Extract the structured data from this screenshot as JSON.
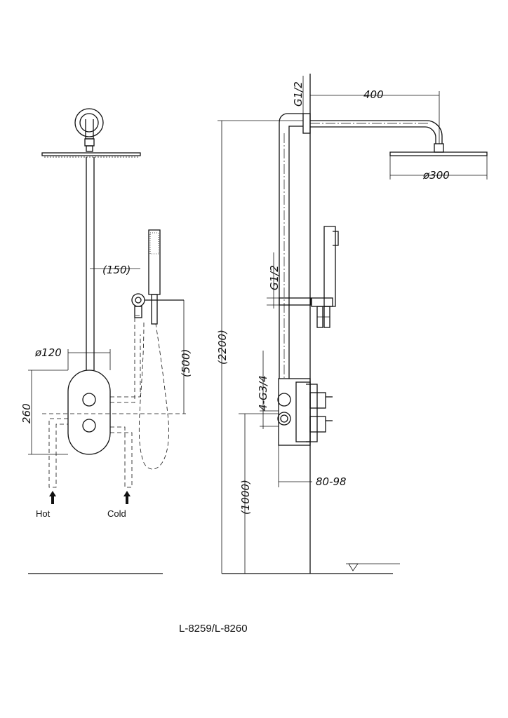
{
  "dimensions": {
    "d150": "(150)",
    "d120": "ø120",
    "d500": "(500)",
    "d260": "260",
    "d400": "400",
    "d300": "ø300",
    "g12_top": "G1/2",
    "g12_mid": "G1/2",
    "g34": "4-G3/4",
    "d2200": "(2200)",
    "d1000": "(1000)",
    "d8098": "80-98"
  },
  "labels": {
    "hot": "Hot",
    "cold": "Cold"
  },
  "model_code": "L-8259/L-8260"
}
